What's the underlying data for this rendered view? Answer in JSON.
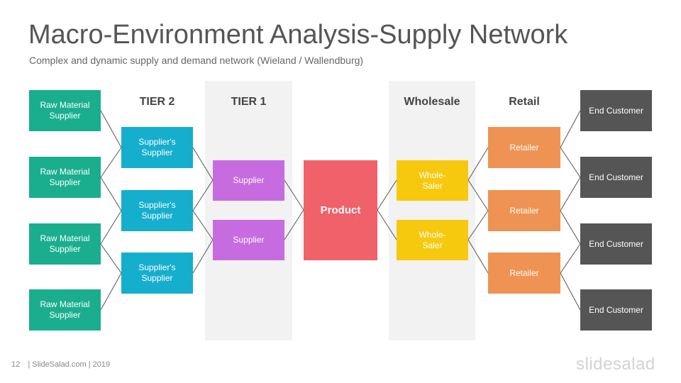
{
  "title": "Macro-Environment Analysis-Supply Network",
  "subtitle": "Complex and dynamic supply and demand network (Wieland / Wallendburg)",
  "columns": {
    "tier2": "TIER 2",
    "tier1": "TIER 1",
    "wholesale": "Wholesale",
    "retail": "Retail"
  },
  "raw_material": [
    "Raw Material Supplier",
    "Raw Material Supplier",
    "Raw Material Supplier",
    "Raw Material Supplier"
  ],
  "suppliers_supplier": [
    "Supplier's Supplier",
    "Supplier's Supplier",
    "Supplier's Supplier"
  ],
  "supplier": [
    "Supplier",
    "Supplier"
  ],
  "product": "Product",
  "wholesaler": [
    "Whole-Saler",
    "Whole-Saler"
  ],
  "retailer": [
    "Retailer",
    "Retailer",
    "Retailer"
  ],
  "end_customer": [
    "End Customer",
    "End Customer",
    "End Customer",
    "End Customer"
  ],
  "footer": {
    "page_number": "12",
    "credit": "| SlideSalad.com | 2019",
    "logo": "slidesalad"
  },
  "colors": {
    "raw_material": "#1aae8e",
    "suppliers_supplier": "#16aecd",
    "supplier": "#c76ce0",
    "product": "#f0616a",
    "wholesaler": "#f6c90e",
    "retailer": "#ee9354",
    "end_customer": "#555555",
    "band": "#f2f2f2"
  }
}
